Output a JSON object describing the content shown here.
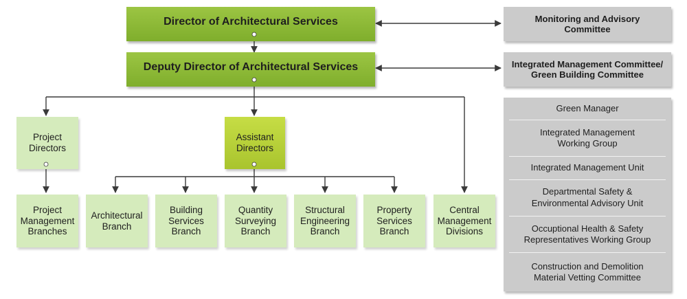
{
  "top": {
    "director": "Director of Architectural Services",
    "deputy": "Deputy Director of Architectural Services"
  },
  "committees": {
    "monitoring": "Monitoring and Advisory\nCommittee",
    "integrated": "Integrated Management Committee/\nGreen Building Committee"
  },
  "middle": {
    "project_directors": "Project\nDirectors",
    "assistant_directors": "Assistant\nDirectors"
  },
  "branches": [
    "Project\nManagement\nBranches",
    "Architectural\nBranch",
    "Building\nServices\nBranch",
    "Quantity\nSurveying\nBranch",
    "Structural\nEngineering\nBranch",
    "Property\nServices\nBranch",
    "Central\nManagement\nDivisions"
  ],
  "panel": [
    "Green Manager",
    "Integrated Management\nWorking Group",
    "Integrated Management Unit",
    "Departmental Safety &\nEnvironmental Advisory Unit",
    "Occuptional Health & Safety\nRepresentatives Working Group",
    "Construction and Demolition\nMaterial Vetting Committee"
  ],
  "colors": {
    "dark_green": "#8bb735",
    "lime": "#b8d03a",
    "light_green": "#d5ebbc",
    "grey": "#cbcbcb",
    "line": "#3a3a3a"
  }
}
